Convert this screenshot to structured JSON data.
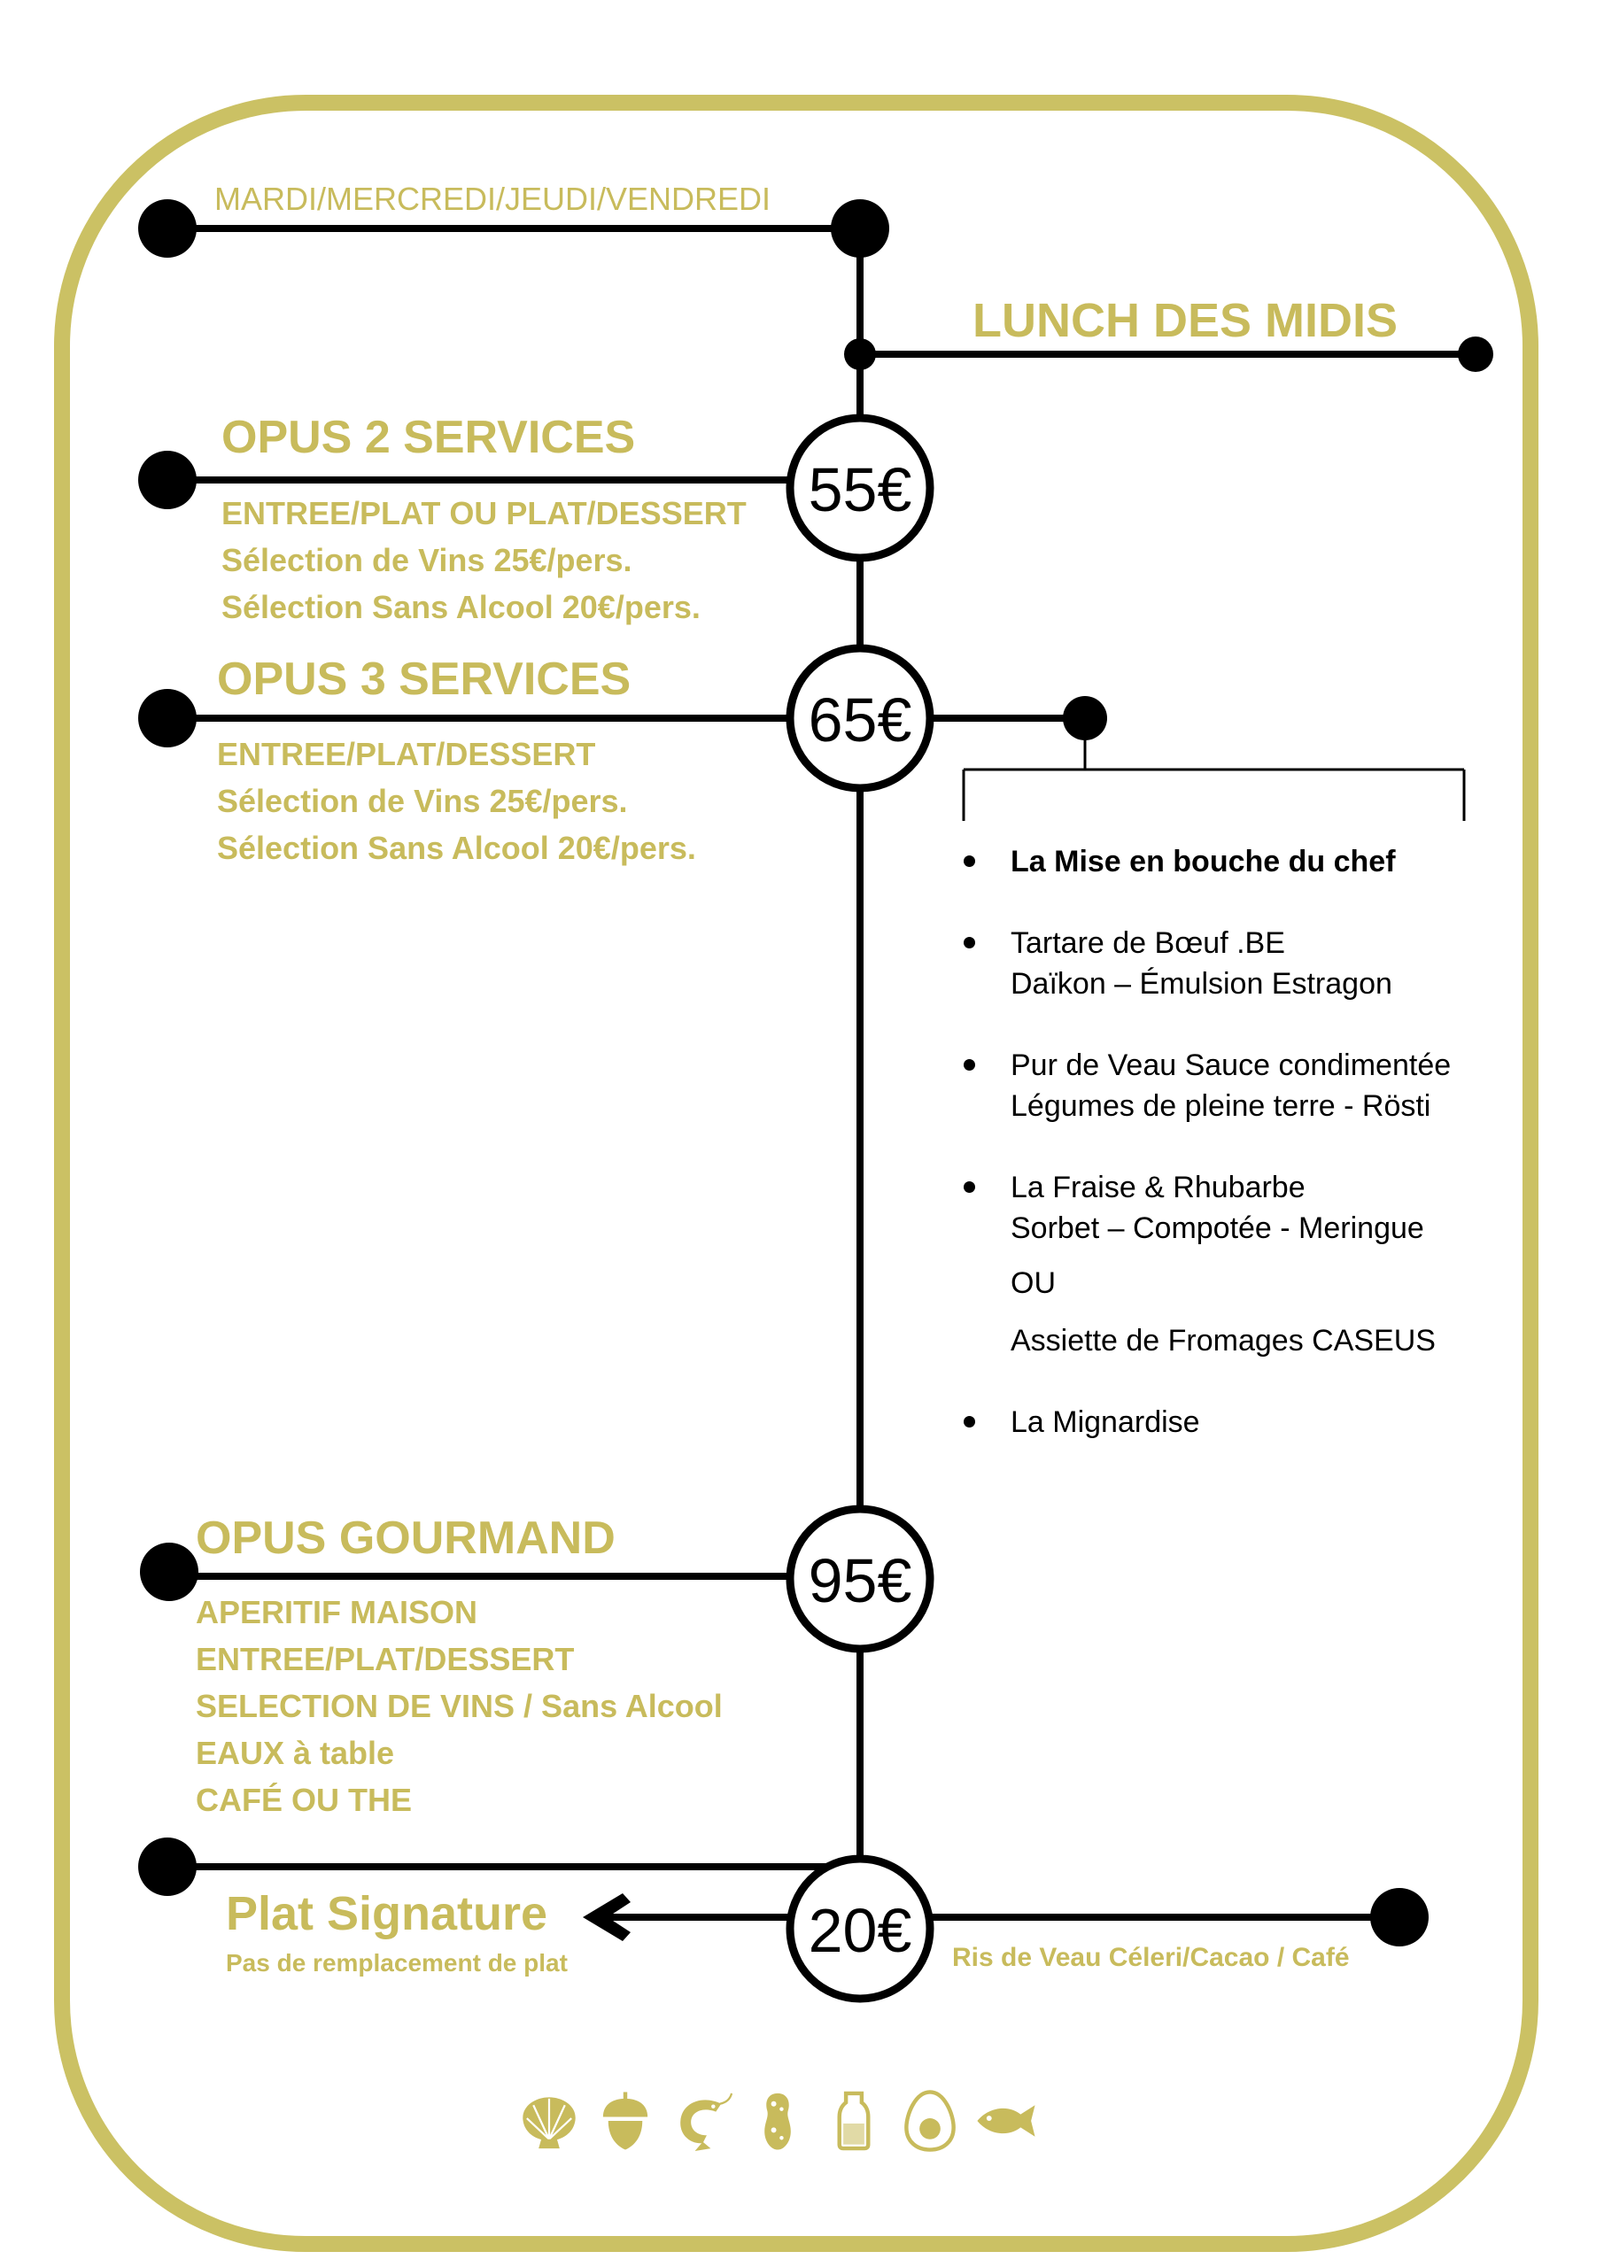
{
  "colors": {
    "accent": "#c8bb5c",
    "border": "#cbc164",
    "ink": "#000000"
  },
  "header": {
    "days": "MARDI/MERCREDI/JEUDI/VENDREDI",
    "title": "LUNCH DES MIDIS"
  },
  "opus2": {
    "title": "OPUS 2 SERVICES",
    "price": "55€",
    "lines": [
      "ENTREE/PLAT OU PLAT/DESSERT",
      "Sélection de Vins 25€/pers.",
      "Sélection Sans Alcool 20€/pers."
    ]
  },
  "opus3": {
    "title": "OPUS 3 SERVICES",
    "price": "65€",
    "lines": [
      "ENTREE/PLAT/DESSERT",
      "Sélection de Vins 25€/pers.",
      "Sélection Sans Alcool 20€/pers."
    ]
  },
  "menu": {
    "courses": [
      {
        "title": "La Mise en bouche du chef"
      },
      {
        "title": "Tartare de Bœuf .BE",
        "detail": "Daïkon – Émulsion Estragon"
      },
      {
        "title": "Pur de Veau Sauce condimentée",
        "detail": "Légumes de pleine terre - Rösti"
      },
      {
        "title": "La Fraise & Rhubarbe",
        "detail": "Sorbet – Compotée - Meringue",
        "or": "OU",
        "alternative": "Assiette de Fromages CASEUS"
      },
      {
        "title": "La Mignardise"
      }
    ]
  },
  "gourmand": {
    "title": "OPUS GOURMAND",
    "price": "95€",
    "lines": [
      "APERITIF MAISON",
      "ENTREE/PLAT/DESSERT",
      "SELECTION DE VINS / Sans Alcool",
      "EAUX à table",
      "CAFÉ OU THE"
    ]
  },
  "signature": {
    "title": "Plat Signature",
    "note": "Pas de remplacement de plat",
    "price": "20€",
    "dish": "Ris de Veau Céleri/Cacao / Café"
  },
  "allergens": [
    {
      "icon": "shellfish-icon"
    },
    {
      "icon": "nuts-icon"
    },
    {
      "icon": "crustacean-icon"
    },
    {
      "icon": "peanut-icon"
    },
    {
      "icon": "milk-icon"
    },
    {
      "icon": "egg-icon"
    },
    {
      "icon": "fish-icon"
    }
  ]
}
